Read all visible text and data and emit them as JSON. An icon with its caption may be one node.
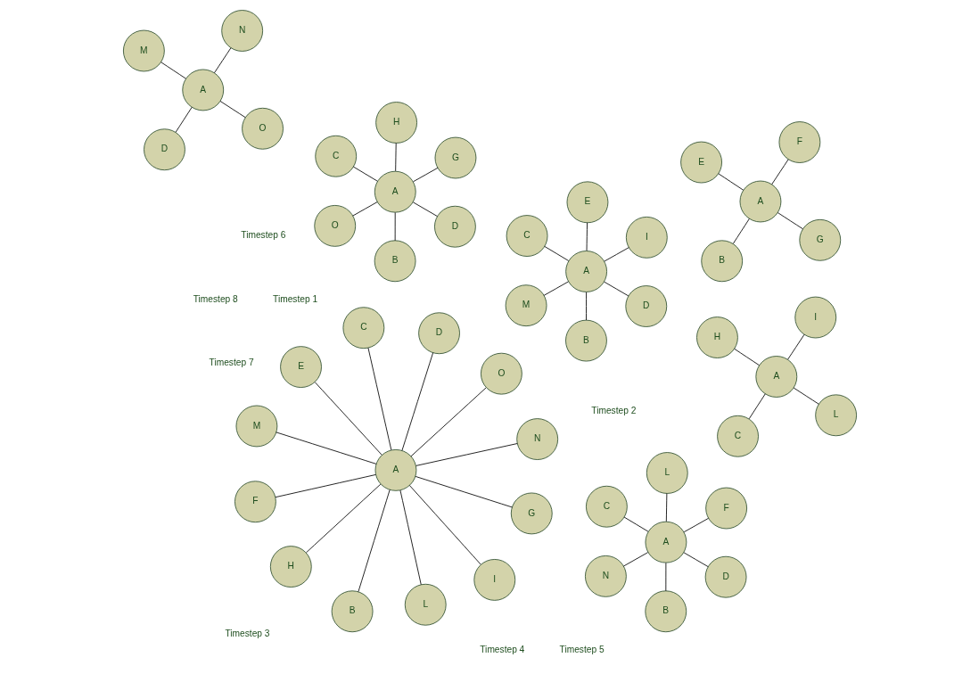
{
  "diagram": {
    "nodes": [
      {
        "text": [
          "A"
        ]
      },
      {
        "text": [
          "O"
        ]
      },
      {
        "text": [
          "B"
        ]
      },
      {
        "text": [
          "C"
        ]
      },
      {
        "text": [
          "D"
        ]
      },
      {
        "text": [
          "E"
        ]
      },
      {
        "text": [
          "F"
        ]
      },
      {
        "text": [
          "G"
        ]
      },
      {
        "text": [
          "H"
        ]
      },
      {
        "text": [
          "I"
        ]
      },
      {
        "text": [
          "L"
        ]
      },
      {
        "text": [
          "M"
        ]
      },
      {
        "text": [
          "N"
        ]
      },
      {
        "text": [
          "A"
        ]
      },
      {
        "text": [
          "G"
        ]
      },
      {
        "text": [
          "B"
        ]
      },
      {
        "text": [
          "E"
        ]
      },
      {
        "text": [
          "F"
        ]
      },
      {
        "text": [
          "A"
        ]
      },
      {
        "text": [
          "L"
        ]
      },
      {
        "text": [
          "C"
        ]
      },
      {
        "text": [
          "H"
        ]
      },
      {
        "text": [
          "I"
        ]
      },
      {
        "text": [
          "A"
        ]
      },
      {
        "text": [
          "O"
        ]
      },
      {
        "text": [
          "D"
        ]
      },
      {
        "text": [
          "M"
        ]
      },
      {
        "text": [
          "N"
        ]
      },
      {
        "text": [
          "A"
        ]
      },
      {
        "text": [
          "D"
        ]
      },
      {
        "text": [
          "B"
        ]
      },
      {
        "text": [
          "C"
        ]
      },
      {
        "text": [
          "I"
        ]
      },
      {
        "text": [
          "E"
        ]
      },
      {
        "text": [
          "M"
        ]
      },
      {
        "text": [
          "A"
        ]
      },
      {
        "text": [
          "D"
        ]
      },
      {
        "text": [
          "B"
        ]
      },
      {
        "text": [
          "C"
        ]
      },
      {
        "text": [
          "F"
        ]
      },
      {
        "text": [
          "L"
        ]
      },
      {
        "text": [
          "N"
        ]
      },
      {
        "text": [
          "A"
        ]
      },
      {
        "text": [
          "D"
        ]
      },
      {
        "text": [
          "B"
        ]
      },
      {
        "text": [
          "C"
        ]
      },
      {
        "text": [
          "G"
        ]
      },
      {
        "text": [
          "H"
        ]
      },
      {
        "text": [
          "O"
        ]
      }
    ],
    "edges": [
      {
        "from": 0,
        "to": 1,
        "arrow": "none"
      },
      {
        "from": 0,
        "to": 2,
        "arrow": "none"
      },
      {
        "from": 0,
        "to": 3,
        "arrow": "none"
      },
      {
        "from": 0,
        "to": 4,
        "arrow": "none"
      },
      {
        "from": 0,
        "to": 5,
        "arrow": "none"
      },
      {
        "from": 0,
        "to": 6,
        "arrow": "none"
      },
      {
        "from": 0,
        "to": 7,
        "arrow": "none"
      },
      {
        "from": 0,
        "to": 8,
        "arrow": "none"
      },
      {
        "from": 0,
        "to": 9,
        "arrow": "none"
      },
      {
        "from": 0,
        "to": 10,
        "arrow": "none"
      },
      {
        "from": 0,
        "to": 11,
        "arrow": "none"
      },
      {
        "from": 0,
        "to": 12,
        "arrow": "none"
      },
      {
        "from": 13,
        "to": 14,
        "arrow": "none"
      },
      {
        "from": 13,
        "to": 15,
        "arrow": "none"
      },
      {
        "from": 13,
        "to": 16,
        "arrow": "none"
      },
      {
        "from": 13,
        "to": 17,
        "arrow": "none"
      },
      {
        "from": 18,
        "to": 19,
        "arrow": "none"
      },
      {
        "from": 18,
        "to": 20,
        "arrow": "none"
      },
      {
        "from": 18,
        "to": 21,
        "arrow": "none"
      },
      {
        "from": 18,
        "to": 22,
        "arrow": "none"
      },
      {
        "from": 23,
        "to": 24,
        "arrow": "none"
      },
      {
        "from": 23,
        "to": 25,
        "arrow": "none"
      },
      {
        "from": 23,
        "to": 26,
        "arrow": "none"
      },
      {
        "from": 23,
        "to": 27,
        "arrow": "none"
      },
      {
        "from": 28,
        "to": 29,
        "arrow": "none"
      },
      {
        "from": 28,
        "to": 30,
        "arrow": "none"
      },
      {
        "from": 28,
        "to": 31,
        "arrow": "none"
      },
      {
        "from": 28,
        "to": 32,
        "arrow": "none"
      },
      {
        "from": 28,
        "to": 33,
        "arrow": "none"
      },
      {
        "from": 28,
        "to": 34,
        "arrow": "none"
      },
      {
        "from": 35,
        "to": 36,
        "arrow": "none"
      },
      {
        "from": 35,
        "to": 37,
        "arrow": "none"
      },
      {
        "from": 35,
        "to": 38,
        "arrow": "none"
      },
      {
        "from": 35,
        "to": 39,
        "arrow": "none"
      },
      {
        "from": 35,
        "to": 40,
        "arrow": "none"
      },
      {
        "from": 35,
        "to": 41,
        "arrow": "none"
      },
      {
        "from": 42,
        "to": 43,
        "arrow": "none"
      },
      {
        "from": 42,
        "to": 44,
        "arrow": "none"
      },
      {
        "from": 42,
        "to": 45,
        "arrow": "none"
      },
      {
        "from": 42,
        "to": 46,
        "arrow": "none"
      },
      {
        "from": 42,
        "to": 47,
        "arrow": "none"
      },
      {
        "from": 42,
        "to": 48,
        "arrow": "none"
      }
    ],
    "labels": [
      "Timestep 1",
      "Timestep 2",
      "Timestep 3",
      "Timestep 4",
      "Timestep 5",
      "Timestep 6",
      "Timestep 7",
      "Timestep 8"
    ]
  }
}
